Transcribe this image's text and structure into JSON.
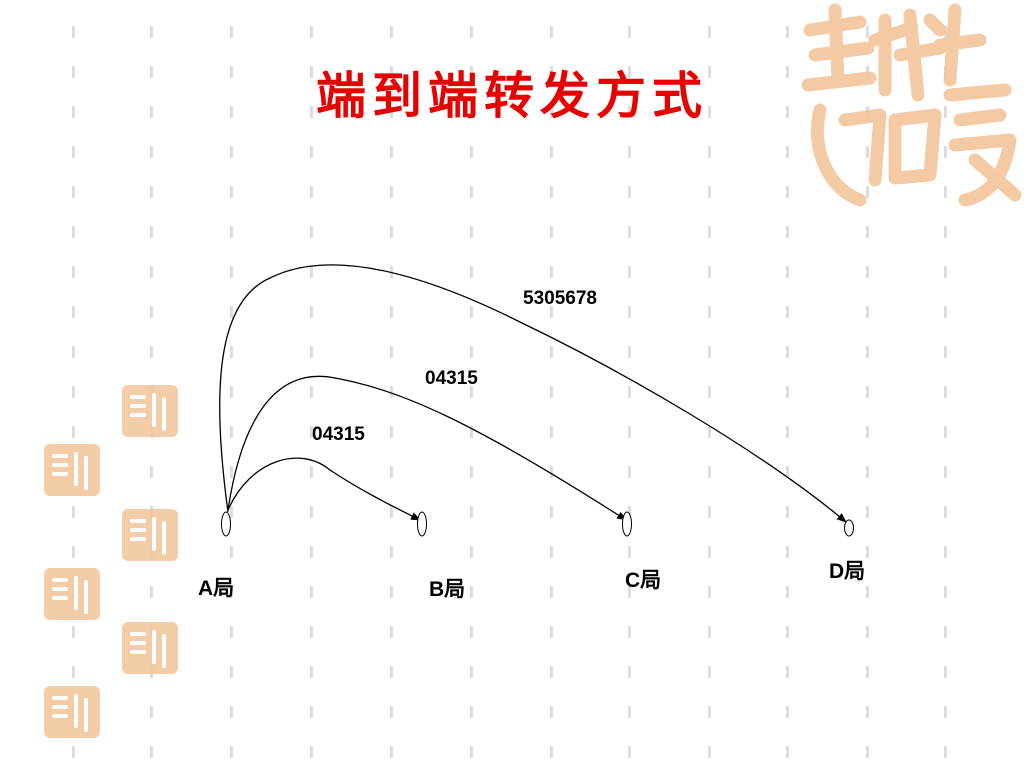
{
  "slide": {
    "title": "端到端转发方式"
  },
  "decoration": {
    "seal_icon": "auspicious-seal-icon",
    "seal_color": "#f2c59a"
  },
  "diagram": {
    "nodes": [
      {
        "id": "A",
        "label": "A局"
      },
      {
        "id": "B",
        "label": "B局"
      },
      {
        "id": "C",
        "label": "C局"
      },
      {
        "id": "D",
        "label": "D局"
      }
    ],
    "routes": [
      {
        "from": "A",
        "to": "B",
        "label": "04315"
      },
      {
        "from": "A",
        "to": "C",
        "label": "04315"
      },
      {
        "from": "A",
        "to": "D",
        "label": "5305678"
      }
    ]
  }
}
